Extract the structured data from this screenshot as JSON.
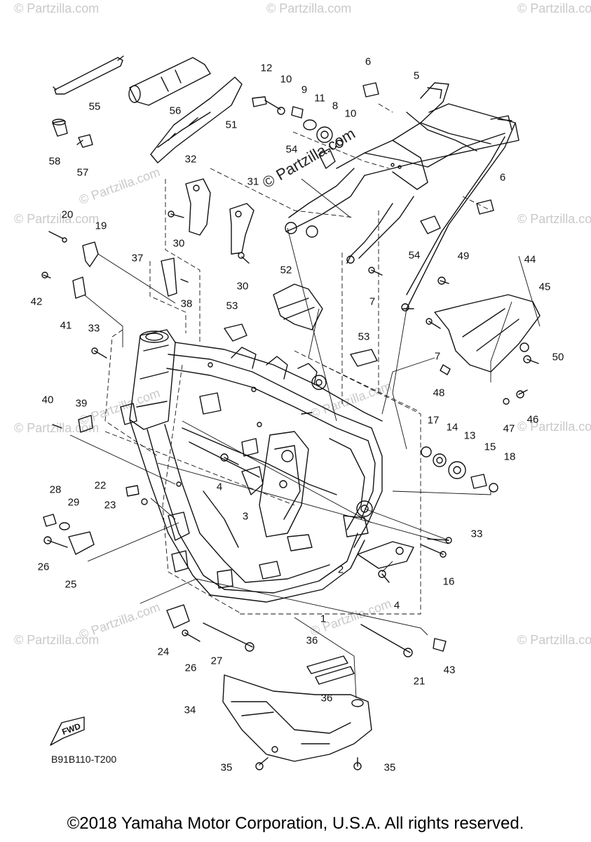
{
  "watermark_text": "© Partzilla.com",
  "center_watermark": "© Partzilla.com",
  "diagram_code": "B91B110-T200",
  "fwd_label": "FWD",
  "copyright": "©2018 Yamaha Motor Corporation, U.S.A. All rights reserved.",
  "callouts": [
    "55",
    "56",
    "51",
    "12",
    "10",
    "9",
    "11",
    "8",
    "10",
    "6",
    "5",
    "58",
    "57",
    "54",
    "32",
    "31",
    "6",
    "20",
    "19",
    "30",
    "30",
    "54",
    "49",
    "44",
    "45",
    "37",
    "38",
    "52",
    "42",
    "41",
    "7",
    "33",
    "53",
    "53",
    "7",
    "50",
    "48",
    "40",
    "39",
    "17",
    "14",
    "13",
    "15",
    "18",
    "47",
    "46",
    "28",
    "29",
    "22",
    "23",
    "4",
    "3",
    "26",
    "25",
    "33",
    "2",
    "16",
    "4",
    "1",
    "24",
    "26",
    "27",
    "36",
    "36",
    "21",
    "43",
    "34",
    "35",
    "35"
  ],
  "colors": {
    "ink": "#111111",
    "watermark": "#c9c9c9",
    "background": "#ffffff"
  }
}
